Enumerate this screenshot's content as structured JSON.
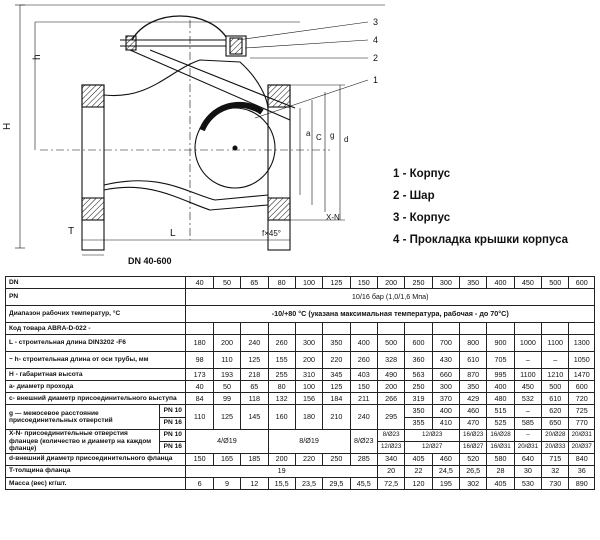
{
  "drawing": {
    "caption": "DN 40-600",
    "dims": {
      "H": "H",
      "h": "h",
      "L": "L",
      "T": "T",
      "a": "a",
      "C": "C",
      "g": "g",
      "d": "d",
      "XN": "X-N",
      "f45": "f×45°"
    },
    "callouts": [
      "3",
      "4",
      "2",
      "1"
    ]
  },
  "legend": [
    "1 - Корпус",
    "2 - Шар",
    "3 - Корпус",
    "4 - Прокладка крышки корпуса"
  ],
  "table": {
    "dn_label": "DN",
    "dn": [
      "40",
      "50",
      "65",
      "80",
      "100",
      "125",
      "150",
      "200",
      "250",
      "300",
      "350",
      "400",
      "450",
      "500",
      "600"
    ],
    "pn_label": "PN",
    "pn_value": "10/16 бар (1,0/1,6 Мпа)",
    "temp_label": "Диапазон рабочих температур, °С",
    "temp_value": "-10/+80 °С (указана максимальная температура, рабочая - до 70°С)",
    "code_label": "Код товара ABRA-D-022 -",
    "L_label": "L - строительная длина DIN3202 -F6",
    "L": [
      "180",
      "200",
      "240",
      "260",
      "300",
      "350",
      "400",
      "500",
      "600",
      "700",
      "800",
      "900",
      "1000",
      "1100",
      "1300"
    ],
    "h_label": "~ h- строительная длина от оси трубы, мм",
    "h": [
      "98",
      "110",
      "125",
      "155",
      "200",
      "220",
      "260",
      "328",
      "360",
      "430",
      "610",
      "705",
      "–",
      "–",
      "1050"
    ],
    "H_label": "H - габаритная высота",
    "H": [
      "173",
      "193",
      "218",
      "255",
      "310",
      "345",
      "403",
      "490",
      "563",
      "660",
      "870",
      "995",
      "1100",
      "1210",
      "1470"
    ],
    "a_label": "a- диаметр прохода",
    "a": [
      "40",
      "50",
      "65",
      "80",
      "100",
      "125",
      "150",
      "200",
      "250",
      "300",
      "350",
      "400",
      "450",
      "500",
      "600"
    ],
    "c_label": "c- внешний диаметр присоединительного выступа",
    "c": [
      "84",
      "99",
      "118",
      "132",
      "156",
      "184",
      "211",
      "266",
      "319",
      "370",
      "429",
      "480",
      "532",
      "610",
      "720"
    ],
    "g_label": "g — межосевое расстояние присоединительных отверстий",
    "pn10": "PN 10",
    "pn16": "PN 16",
    "g_common": [
      "110",
      "125",
      "145",
      "160",
      "180",
      "210",
      "240"
    ],
    "g_200": "295",
    "g_pn10": [
      "350",
      "400",
      "460",
      "515",
      "–",
      "620",
      "725"
    ],
    "g_pn16": [
      "355",
      "410",
      "470",
      "525",
      "585",
      "650",
      "770"
    ],
    "xn_label": "X-N- присоединительные отверстия фланцев (количество и диаметр на каждом фланце)",
    "xn_4": "4/Ø19",
    "xn_8": "8/Ø19",
    "xn_8b": "8/Ø23",
    "xn_pn10": [
      "8/Ø23",
      "12/Ø23",
      "16/Ø23",
      "16/Ø28",
      "–",
      "20/Ø28",
      "20/Ø31"
    ],
    "xn_pn16": [
      "12/Ø23",
      "12/Ø27",
      "16/Ø27",
      "16/Ø31",
      "20/Ø31",
      "20/Ø33",
      "20/Ø37"
    ],
    "d_label": "d-внешний диаметр присоединительного фланца",
    "d": [
      "150",
      "165",
      "185",
      "200",
      "220",
      "250",
      "285",
      "340",
      "405",
      "460",
      "520",
      "580",
      "640",
      "715",
      "840"
    ],
    "t_label": "T-толщина фланца",
    "t_common": "19",
    "t": [
      "20",
      "22",
      "24,5",
      "26,5",
      "28",
      "30",
      "32",
      "36"
    ],
    "m_label": "Масса (вес) кг/шт.",
    "m": [
      "6",
      "9",
      "12",
      "15,5",
      "23,5",
      "29,5",
      "45,5",
      "72,5",
      "120",
      "195",
      "302",
      "405",
      "530",
      "730",
      "890"
    ]
  }
}
